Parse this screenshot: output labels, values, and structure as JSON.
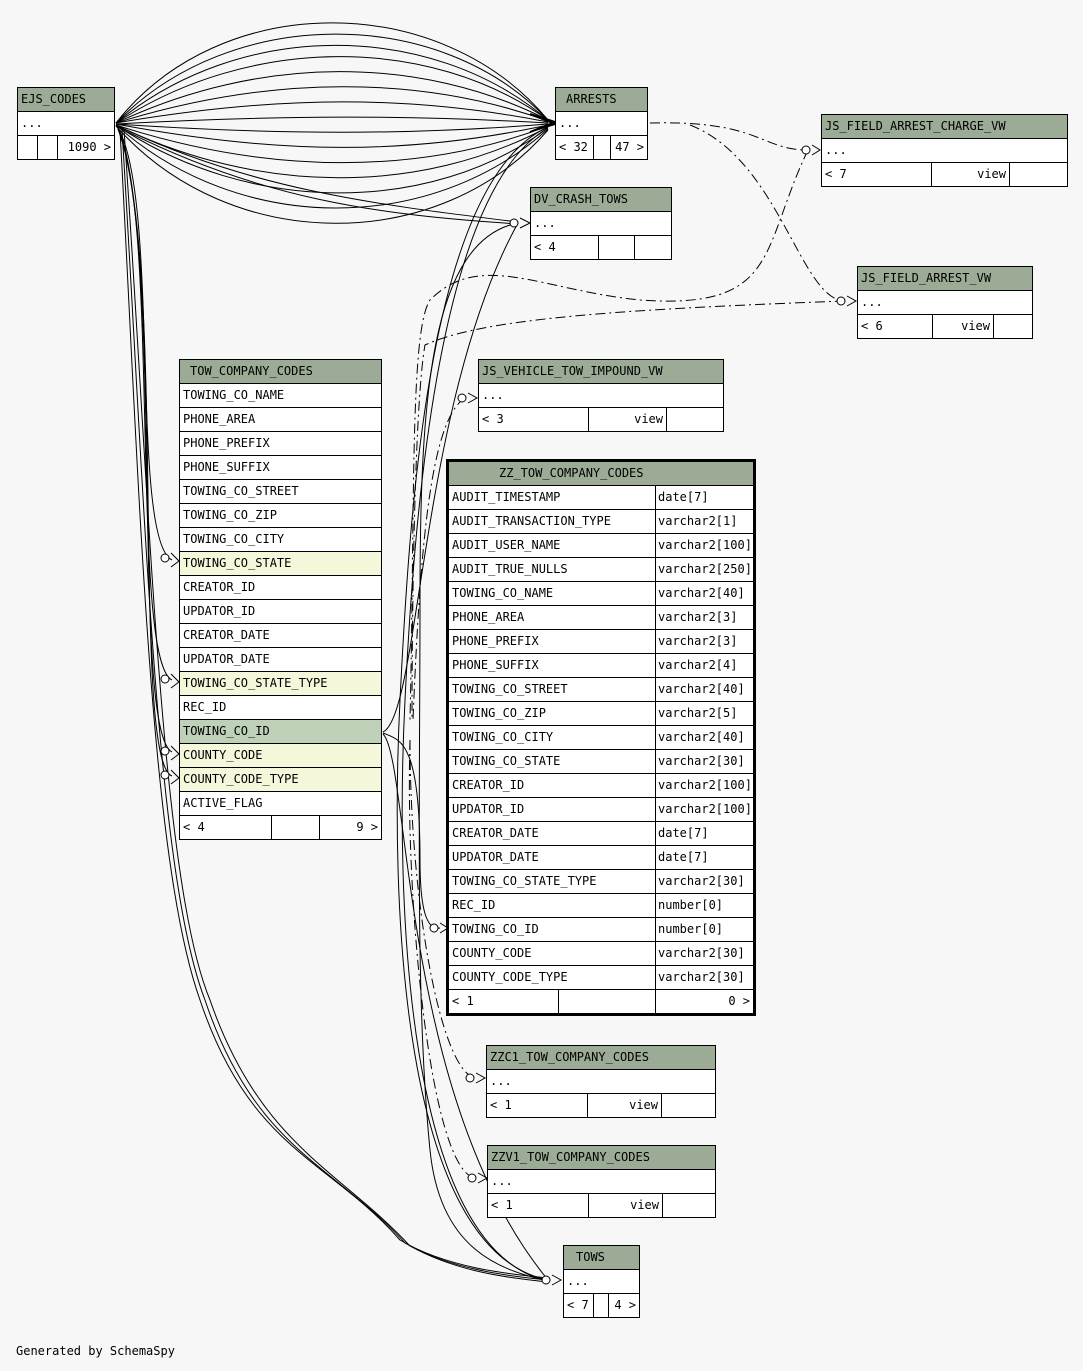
{
  "generated_by": "Generated by SchemaSpy",
  "tables": {
    "ejs_codes": {
      "name": "EJS_CODES",
      "ellipsis": "...",
      "footer": [
        "",
        "",
        "1090 >"
      ]
    },
    "arrests": {
      "name": "ARRESTS",
      "ellipsis": "...",
      "footer": [
        "< 32",
        "",
        "47 >"
      ]
    },
    "js_field_arrest_charge_vw": {
      "name": "JS_FIELD_ARREST_CHARGE_VW",
      "ellipsis": "...",
      "footer": [
        "< 7",
        "view",
        ""
      ]
    },
    "dv_crash_tows": {
      "name": "DV_CRASH_TOWS",
      "ellipsis": "...",
      "footer": [
        "< 4",
        "",
        ""
      ]
    },
    "js_field_arrest_vw": {
      "name": "JS_FIELD_ARREST_VW",
      "ellipsis": "...",
      "footer": [
        "< 6",
        "view",
        ""
      ]
    },
    "js_vehicle_tow_impound_vw": {
      "name": "JS_VEHICLE_TOW_IMPOUND_VW",
      "ellipsis": "...",
      "footer": [
        "< 3",
        "view",
        ""
      ]
    },
    "tow_company_codes": {
      "name": "TOW_COMPANY_CODES",
      "columns": [
        "TOWING_CO_NAME",
        "PHONE_AREA",
        "PHONE_PREFIX",
        "PHONE_SUFFIX",
        "TOWING_CO_STREET",
        "TOWING_CO_ZIP",
        "TOWING_CO_CITY",
        "TOWING_CO_STATE",
        "CREATOR_ID",
        "UPDATOR_ID",
        "CREATOR_DATE",
        "UPDATOR_DATE",
        "TOWING_CO_STATE_TYPE",
        "REC_ID",
        "TOWING_CO_ID",
        "COUNTY_CODE",
        "COUNTY_CODE_TYPE",
        "ACTIVE_FLAG"
      ],
      "footer": [
        "< 4",
        "",
        "9 >"
      ]
    },
    "zz_tow_company_codes": {
      "name": "ZZ_TOW_COMPANY_CODES",
      "columns": [
        [
          "AUDIT_TIMESTAMP",
          "date[7]"
        ],
        [
          "AUDIT_TRANSACTION_TYPE",
          "varchar2[1]"
        ],
        [
          "AUDIT_USER_NAME",
          "varchar2[100]"
        ],
        [
          "AUDIT_TRUE_NULLS",
          "varchar2[250]"
        ],
        [
          "TOWING_CO_NAME",
          "varchar2[40]"
        ],
        [
          "PHONE_AREA",
          "varchar2[3]"
        ],
        [
          "PHONE_PREFIX",
          "varchar2[3]"
        ],
        [
          "PHONE_SUFFIX",
          "varchar2[4]"
        ],
        [
          "TOWING_CO_STREET",
          "varchar2[40]"
        ],
        [
          "TOWING_CO_ZIP",
          "varchar2[5]"
        ],
        [
          "TOWING_CO_CITY",
          "varchar2[40]"
        ],
        [
          "TOWING_CO_STATE",
          "varchar2[30]"
        ],
        [
          "CREATOR_ID",
          "varchar2[100]"
        ],
        [
          "UPDATOR_ID",
          "varchar2[100]"
        ],
        [
          "CREATOR_DATE",
          "date[7]"
        ],
        [
          "UPDATOR_DATE",
          "date[7]"
        ],
        [
          "TOWING_CO_STATE_TYPE",
          "varchar2[30]"
        ],
        [
          "REC_ID",
          "number[0]"
        ],
        [
          "TOWING_CO_ID",
          "number[0]"
        ],
        [
          "COUNTY_CODE",
          "varchar2[30]"
        ],
        [
          "COUNTY_CODE_TYPE",
          "varchar2[30]"
        ]
      ],
      "footer": [
        "< 1",
        "",
        "0 >"
      ]
    },
    "zzc1_tow_company_codes": {
      "name": "ZZC1_TOW_COMPANY_CODES",
      "ellipsis": "...",
      "footer": [
        "< 1",
        "view",
        ""
      ]
    },
    "zzv1_tow_company_codes": {
      "name": "ZZV1_TOW_COMPANY_CODES",
      "ellipsis": "...",
      "footer": [
        "< 1",
        "view",
        ""
      ]
    },
    "tows": {
      "name": "TOWS",
      "ellipsis": "...",
      "footer": [
        "< 7",
        "",
        "4 >"
      ]
    }
  },
  "colors": {
    "header": "#9bab96",
    "primary_key": "#bed1b8",
    "foreign_key": "#f4f7da",
    "background": "#f7f7f7"
  }
}
